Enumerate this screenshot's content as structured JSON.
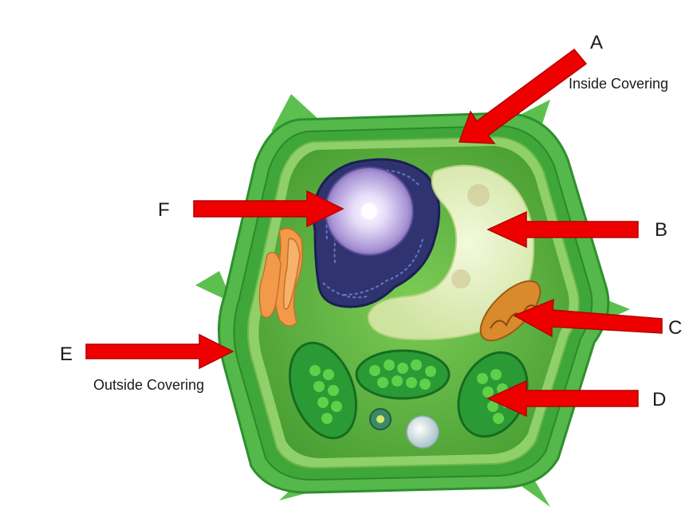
{
  "labels": {
    "a": {
      "letter": "A",
      "caption": "Inside  Covering"
    },
    "b": {
      "letter": "B"
    },
    "c": {
      "letter": "C"
    },
    "d": {
      "letter": "D"
    },
    "e": {
      "letter": "E",
      "caption": "Outside Covering"
    },
    "f": {
      "letter": "F"
    }
  },
  "colors": {
    "arrow_fill": "#ee0000",
    "arrow_stroke": "#b30000",
    "cell_wall": "#4fb84a",
    "cell_wall_dark": "#2e8f2e",
    "membrane": "#8fd06a",
    "cytoplasm": "#6fbf4c",
    "nucleus": "#3a3d7a",
    "nucleolus": "#d8ccf2",
    "vacuole": "#e7f3c4",
    "golgi": "#f29a4a",
    "mitochondrion": "#d98a2c",
    "chloroplast": "#1f8f2a"
  }
}
